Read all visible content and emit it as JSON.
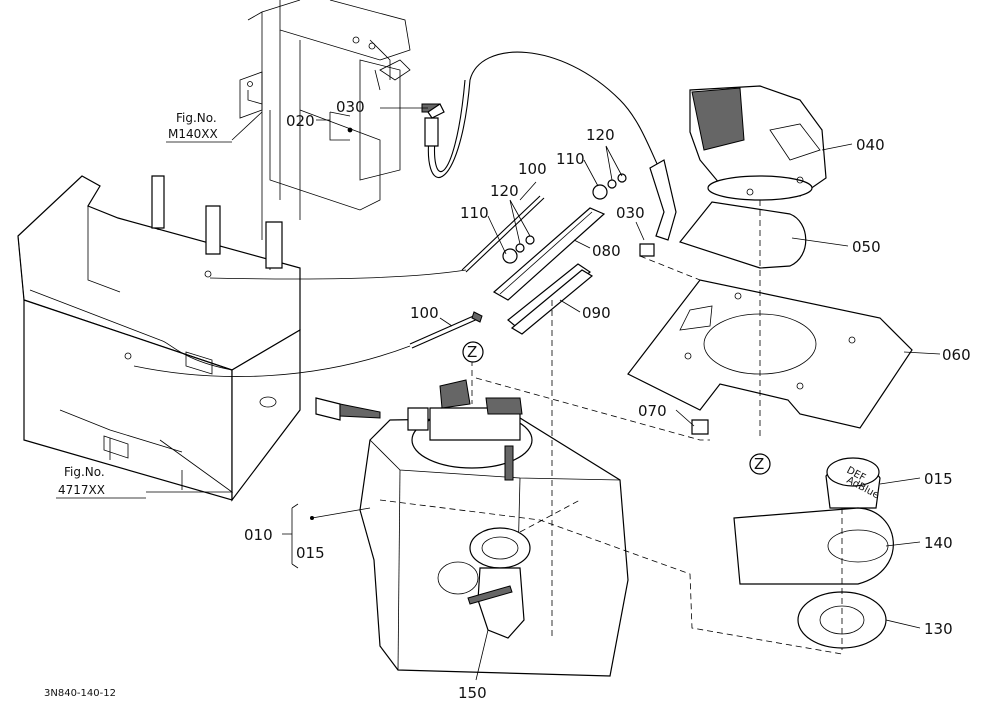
{
  "diagram": {
    "code": "3N840-140-12",
    "fig_refs": [
      {
        "id": "m140",
        "line1": "Fig.No.",
        "line2": "M140XX"
      },
      {
        "id": "4717",
        "line1": "Fig.No.",
        "line2": "4717XX"
      }
    ],
    "callouts": {
      "p010": "010",
      "p015a": "015",
      "p015b": "015",
      "p020": "020",
      "p030a": "030",
      "p030b": "030",
      "p040": "040",
      "p050": "050",
      "p060": "060",
      "p070": "070",
      "p080": "080",
      "p090": "090",
      "p100a": "100",
      "p100b": "100",
      "p110a": "110",
      "p110b": "110",
      "p120a": "120",
      "p120b": "120",
      "p130": "130",
      "p140": "140",
      "p150": "150"
    },
    "z_marks": [
      "Z",
      "Z"
    ],
    "cap_text": {
      "top": "DEF",
      "bottom": "AdBlue"
    }
  }
}
